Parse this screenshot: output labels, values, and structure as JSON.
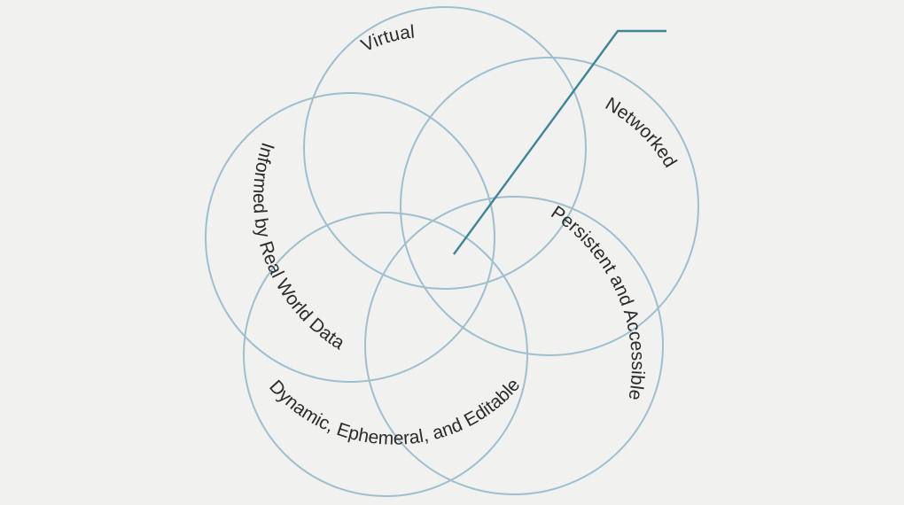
{
  "diagram": {
    "labels": {
      "virtual": "Virtual",
      "networked": "Networked",
      "persistent": "Persistent and Accessible",
      "dynamic": "Dynamic, Ephemeral, and Editable",
      "informed": "Informed by Real World Data"
    },
    "colors": {
      "petal_stroke": "#9fbfcc",
      "pointer_stroke": "#3f8597",
      "text": "#2b2b2b",
      "background": "#f1f1f0"
    }
  }
}
